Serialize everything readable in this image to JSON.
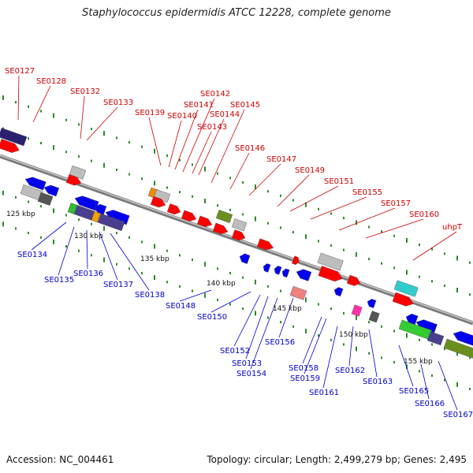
{
  "title": "Staphylococcus epidermidis ATCC 12228, complete genome",
  "footer": {
    "accession": "Accession: NC_004461",
    "summary": "Topology: circular; Length: 2,499,279 bp; Genes: 2,495"
  },
  "colors": {
    "forward_label": "#cc0000",
    "reverse_label": "#0000cc",
    "backbone": "#8c8c8c",
    "tick": "#2a8a2a",
    "forward_gene": "#ff0000",
    "reverse_gene": "#0000ee",
    "grey_gene": "#bdbdbd",
    "dark_gene": "#4a3f8f"
  },
  "scale_labels": [
    "125 kbp",
    "130 kbp",
    "135 kbp",
    "140 kbp",
    "145 kbp",
    "150 kbp",
    "155 kbp"
  ],
  "forward_genes": [
    "SE0127",
    "SE0128",
    "SE0132",
    "SE0133",
    "SE0139",
    "SE0140",
    "SE0141",
    "SE0142",
    "SE0143",
    "SE0144",
    "SE0145",
    "SE0146",
    "SE0147",
    "SE0149",
    "SE0151",
    "SE0155",
    "SE0157",
    "SE0160",
    "uhpT"
  ],
  "reverse_genes": [
    "SE0134",
    "SE0135",
    "SE0136",
    "SE0137",
    "SE0138",
    "SE0148",
    "SE0150",
    "SE0152",
    "SE0153",
    "SE0154",
    "SE0156",
    "SE0158",
    "SE0159",
    "SE0161",
    "SE0162",
    "SE0163",
    "SE0165",
    "SE0166",
    "SE0167"
  ]
}
